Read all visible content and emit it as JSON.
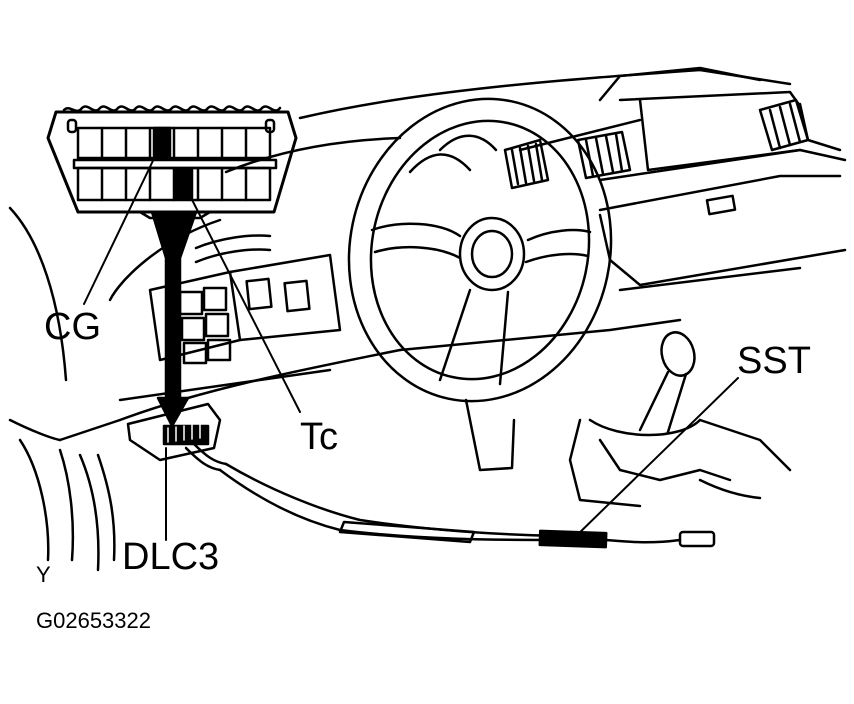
{
  "labels": {
    "cg": "CG",
    "tc": "Tc",
    "sst": "SST",
    "dlc3": "DLC3",
    "y": "Y",
    "figure_id": "G02653322"
  },
  "colors": {
    "ink": "#000000",
    "paper": "#ffffff"
  }
}
